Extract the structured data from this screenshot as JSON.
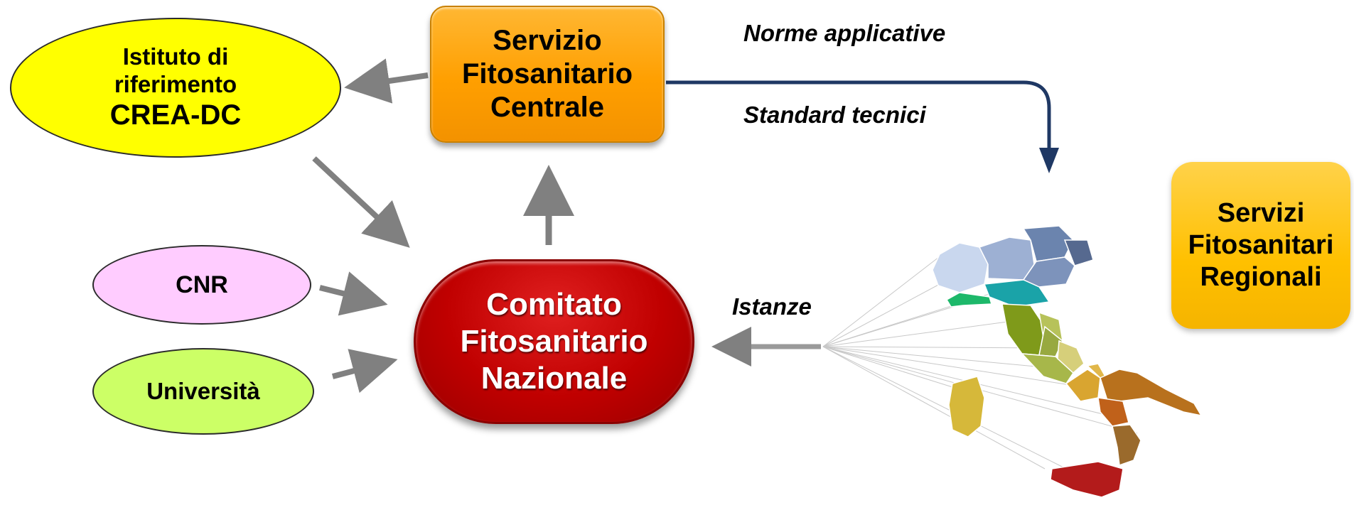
{
  "nodes": {
    "istituto": {
      "line1": "Istituto di",
      "line2": "riferimento",
      "line3": "CREA-DC"
    },
    "sfc": {
      "line1": "Servizio",
      "line2": "Fitosanitario",
      "line3": "Centrale"
    },
    "cnr": {
      "label": "CNR"
    },
    "universita": {
      "label": "Università"
    },
    "cfn": {
      "line1": "Comitato",
      "line2": "Fitosanitario",
      "line3": "Nazionale"
    },
    "sfr": {
      "line1": "Servizi",
      "line2": "Fitosanitari",
      "line3": "Regionali"
    }
  },
  "edge_labels": {
    "norme": "Norme applicative",
    "standard": "Standard tecnici",
    "istanze": "Istanze"
  },
  "colors": {
    "istituto": "#ffff00",
    "cnr": "#ffccff",
    "universita": "#ccff66",
    "sfc": "#ff9f00",
    "cfn": "#c00000",
    "sfr": "#ffc000",
    "gray_arrow": "#808080",
    "blue_arrow": "#1f3864"
  },
  "map": {
    "icon": "italy-regions-map"
  }
}
